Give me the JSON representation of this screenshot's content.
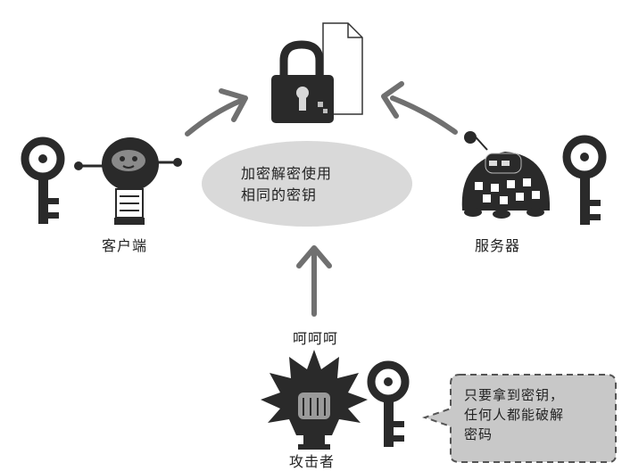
{
  "center": {
    "lines": [
      "加密解密使用",
      "相同的密钥"
    ]
  },
  "labels": {
    "client": "客户端",
    "server": "服务器",
    "attacker_laugh": "呵呵呵",
    "attacker": "攻击者"
  },
  "callout": {
    "lines": [
      "只要拿到密钥，",
      "任何人都能破解",
      "密码"
    ]
  },
  "colors": {
    "ellipse": "#d9d9d9",
    "ink": "#2a2a2a",
    "arrow": "#707070",
    "callout_fill": "#c8c8c8"
  }
}
